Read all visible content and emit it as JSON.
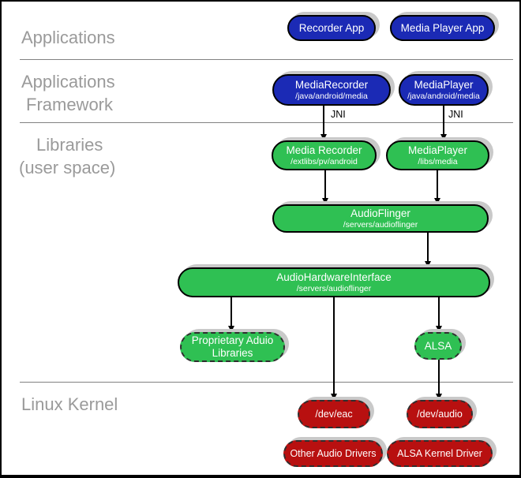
{
  "layers": {
    "applications": {
      "label": "Applications"
    },
    "framework": {
      "line1": "Applications",
      "line2": "Framework"
    },
    "libraries": {
      "line1": "Libraries",
      "line2": "(user space)"
    },
    "kernel": {
      "label": "Linux Kernel"
    }
  },
  "nodes": {
    "recorder_app": {
      "label": "Recorder App"
    },
    "media_player_app": {
      "label": "Media Player App"
    },
    "media_recorder_fw": {
      "label": "MediaRecorder",
      "path": "/java/android/media"
    },
    "media_player_fw": {
      "label": "MediaPlayer",
      "path": "/java/android/media"
    },
    "media_recorder_lib": {
      "label": "Media Recorder",
      "path": "/extlibs/pv/android"
    },
    "media_player_lib": {
      "label": "MediaPlayer",
      "path": "/libs/media"
    },
    "audio_flinger": {
      "label": "AudioFlinger",
      "path": "/servers/audioflinger"
    },
    "audio_hw_interface": {
      "label": "AudioHardwareInterface",
      "path": "/servers/audioflinger"
    },
    "proprietary_audio_libs": {
      "label": "Proprietary Aduio Libraries"
    },
    "alsa": {
      "label": "ALSA"
    },
    "dev_eac": {
      "label": "/dev/eac"
    },
    "dev_audio": {
      "label": "/dev/audio"
    },
    "other_audio_drivers": {
      "label": "Other Audio Drivers"
    },
    "alsa_kernel_driver": {
      "label": "ALSA Kernel Driver"
    }
  },
  "edge_labels": {
    "jni_left": "JNI",
    "jni_right": "JNI"
  },
  "colors": {
    "framework_blue": "#1b2ab5",
    "userspace_green": "#2fc053",
    "kernel_red": "#b81010",
    "shadow_gray": "#c9c9c9",
    "layer_label_gray": "#9a9a9a",
    "divider_gray": "#828282"
  }
}
